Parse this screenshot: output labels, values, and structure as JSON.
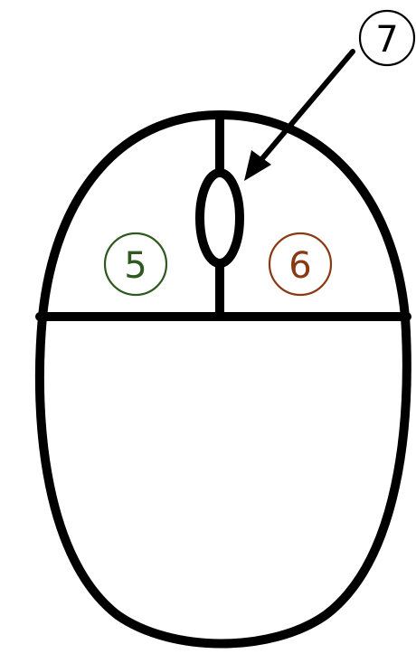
{
  "callouts": {
    "left_button": {
      "label": "5",
      "color": "#2e5a1f"
    },
    "right_button": {
      "label": "6",
      "color": "#8a3a12"
    },
    "scroll_wheel": {
      "label": "7",
      "color": "#000000"
    }
  },
  "colors": {
    "outline": "#000000",
    "background": "#ffffff"
  }
}
